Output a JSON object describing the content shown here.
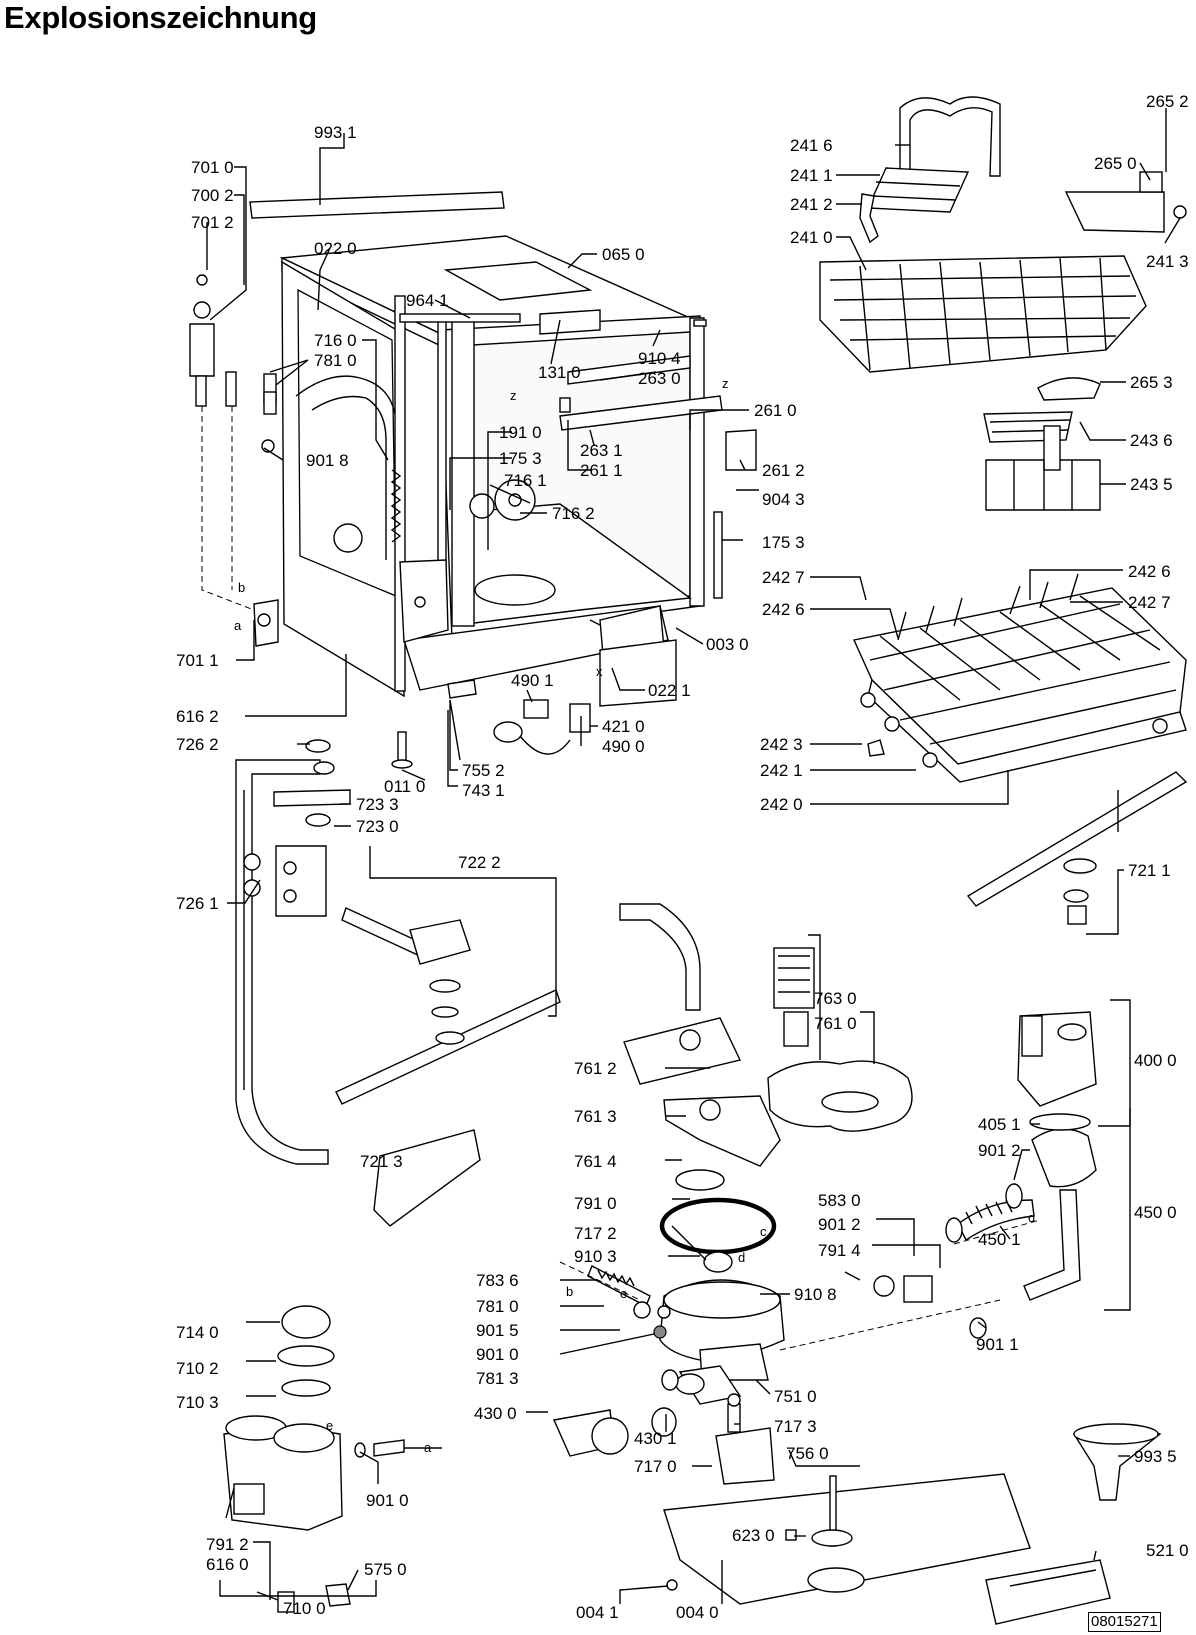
{
  "title": "Explosionszeichnung",
  "document_number": "08015271",
  "parts": {
    "p9931": "993 1",
    "p7010": "701 0",
    "p7002": "700 2",
    "p7012": "701 2",
    "p0220": "022 0",
    "p0650": "065 0",
    "p9641": "964 1",
    "p7160": "716 0",
    "p7810": "781 0",
    "p1310": "131 0",
    "p9104": "910 4",
    "p2630": "263 0",
    "p2610": "261 0",
    "p1910": "191 0",
    "p9018": "901 8",
    "p1753a": "175 3",
    "p2631": "263 1",
    "p2611": "261 1",
    "p2612": "261 2",
    "p7161": "716 1",
    "p9043": "904 3",
    "p7162": "716 2",
    "p1753b": "175 3",
    "p7011": "701 1",
    "p0030": "003 0",
    "p4901": "490 1",
    "p0221": "022 1",
    "p6162": "616 2",
    "p4210": "421 0",
    "p4900": "490 0",
    "p7262": "726 2",
    "p7552": "755 2",
    "p0110": "011 0",
    "p7431": "743 1",
    "p7233": "723 3",
    "p7230": "723 0",
    "p7222": "722 2",
    "p7261": "726 1",
    "p2416": "241 6",
    "p2411": "241 1",
    "p2412": "241 2",
    "p2410": "241 0",
    "p2652": "265 2",
    "p2650": "265 0",
    "p2413": "241 3",
    "p2653": "265 3",
    "p2436": "243 6",
    "p2435": "243 5",
    "p2427a": "242 7",
    "p2426a": "242 6",
    "p2426b": "242 6",
    "p2427b": "242 7",
    "p2423": "242 3",
    "p2421": "242 1",
    "p2420": "242 0",
    "p7211": "721 1",
    "p7630": "763 0",
    "p7610": "761 0",
    "p7612": "761 2",
    "p7613": "761 3",
    "p7614": "761 4",
    "p7213": "721 3",
    "p4000": "400 0",
    "p4051": "405 1",
    "p9012a": "901 2",
    "p4500": "450 0",
    "p4501": "450 1",
    "p5830": "583 0",
    "p9012b": "901 2",
    "p7914": "791 4",
    "p9011": "901 1",
    "p7910": "791 0",
    "p7172": "717 2",
    "p9103": "910 3",
    "p7836": "783 6",
    "p7810b": "781 0",
    "p9108": "910 8",
    "p9015": "901 5",
    "p9010": "901 0",
    "p7813": "781 3",
    "p7510": "751 0",
    "p4300": "430 0",
    "p4301": "430 1",
    "p7173": "717 3",
    "p7560": "756 0",
    "p7170": "717 0",
    "p7140": "714 0",
    "p7102": "710 2",
    "p7103": "710 3",
    "p9010b": "901 0",
    "p7912": "791 2",
    "p6160": "616 0",
    "p5750": "575 0",
    "p7100": "710 0",
    "p6230": "623 0",
    "p5210": "521 0",
    "p9935": "993 5",
    "p0041": "004 1",
    "p0040": "004 0"
  },
  "marks": {
    "a1": "a",
    "b1": "b",
    "z1": "z",
    "z2": "z",
    "x1": "x",
    "b2": "b",
    "e1": "e",
    "c1": "c",
    "d1": "d",
    "d2": "d",
    "a2": "a",
    "e2": "e"
  }
}
